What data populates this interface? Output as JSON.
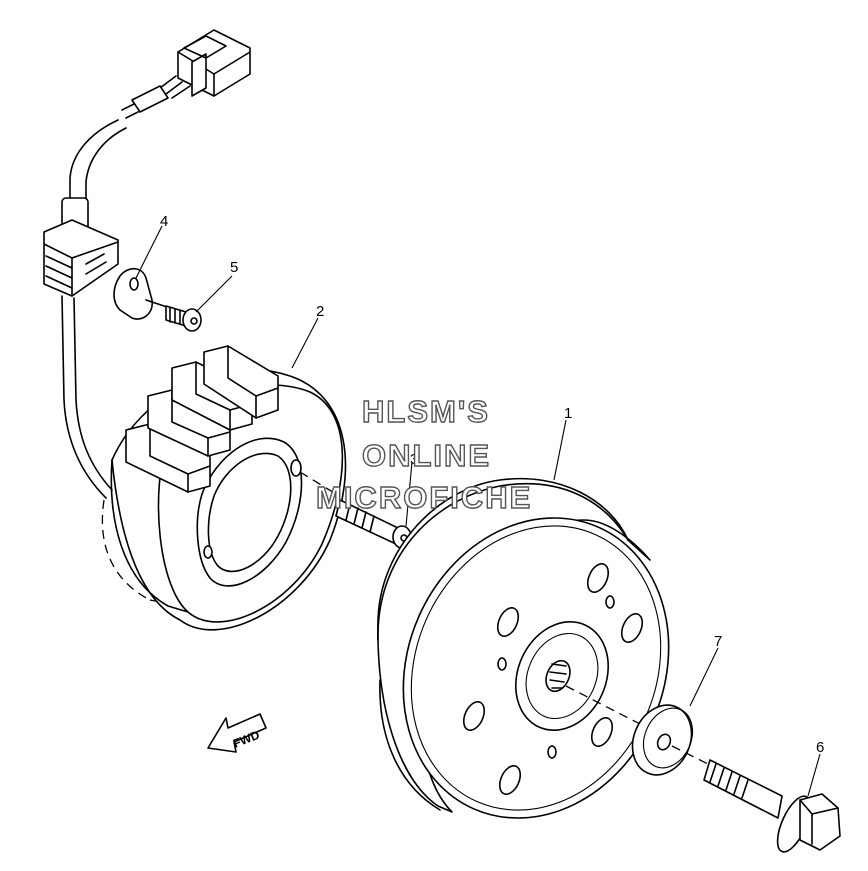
{
  "watermark": {
    "line1": "HLSM'S",
    "line2": "ONLINE",
    "line3": "MICROFICHE"
  },
  "direction_label": "FWD",
  "callouts": [
    {
      "id": "callout-1",
      "number": "1"
    },
    {
      "id": "callout-2",
      "number": "2"
    },
    {
      "id": "callout-3",
      "number": "3"
    },
    {
      "id": "callout-4",
      "number": "4"
    },
    {
      "id": "callout-5",
      "number": "5"
    },
    {
      "id": "callout-6",
      "number": "6"
    },
    {
      "id": "callout-7",
      "number": "7"
    }
  ]
}
